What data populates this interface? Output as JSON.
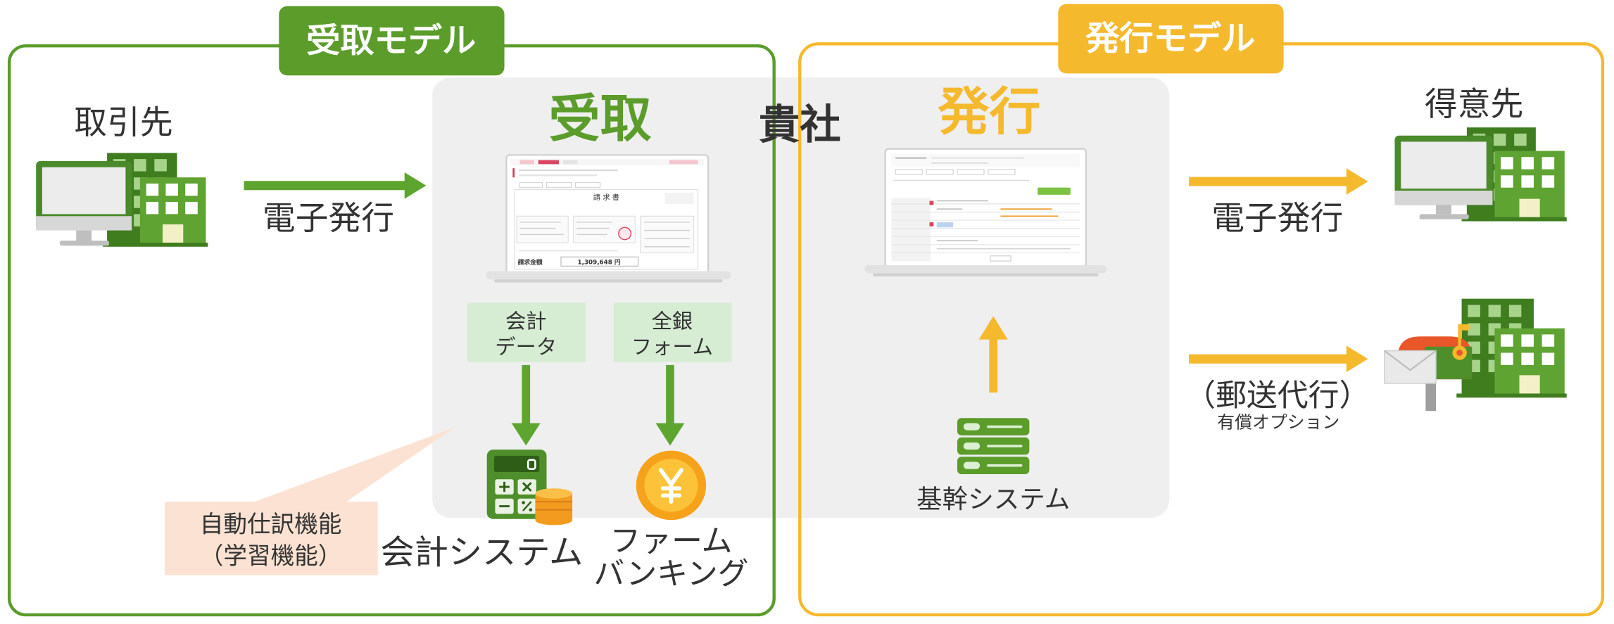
{
  "diagram": {
    "receive_model": {
      "label": "受取モデル",
      "partner": "取引先",
      "arrow_label": "電子発行"
    },
    "company": {
      "name": "貴社",
      "receive": "受取",
      "issue": "発行"
    },
    "receive_outputs": {
      "accounting_data": [
        "会計",
        "データ"
      ],
      "zengin_format": [
        "全銀",
        "フォーム"
      ],
      "accounting_system": "会計システム",
      "firm_banking": [
        "ファーム",
        "バンキング"
      ]
    },
    "callout": [
      "自動仕訳機能",
      "（学習機能）"
    ],
    "invoice_screen": {
      "title": "請 求 書",
      "amount_label": "請求金額",
      "amount": "1,309,648 円"
    },
    "core_system": "基幹システム",
    "issue_model": {
      "label": "発行モデル",
      "customer": "得意先",
      "arrow_label": "電子発行",
      "mail_service": "（郵送代行）",
      "mail_option": "有償オプション"
    }
  },
  "colors": {
    "receive_green": "#5b9c2b",
    "issue_yellow": "#f5b92e",
    "panel_gray": "#efefef",
    "box_green": "#d6ecd3",
    "callout_peach": "#fbe2d2"
  },
  "icons": {
    "partner": "computer-building-icon",
    "customer": "computer-building-icon",
    "mail": "mailbox-building-icon",
    "accounting": "calculator-coins-icon",
    "banking": "yen-coin-icon",
    "core": "server-icon"
  }
}
